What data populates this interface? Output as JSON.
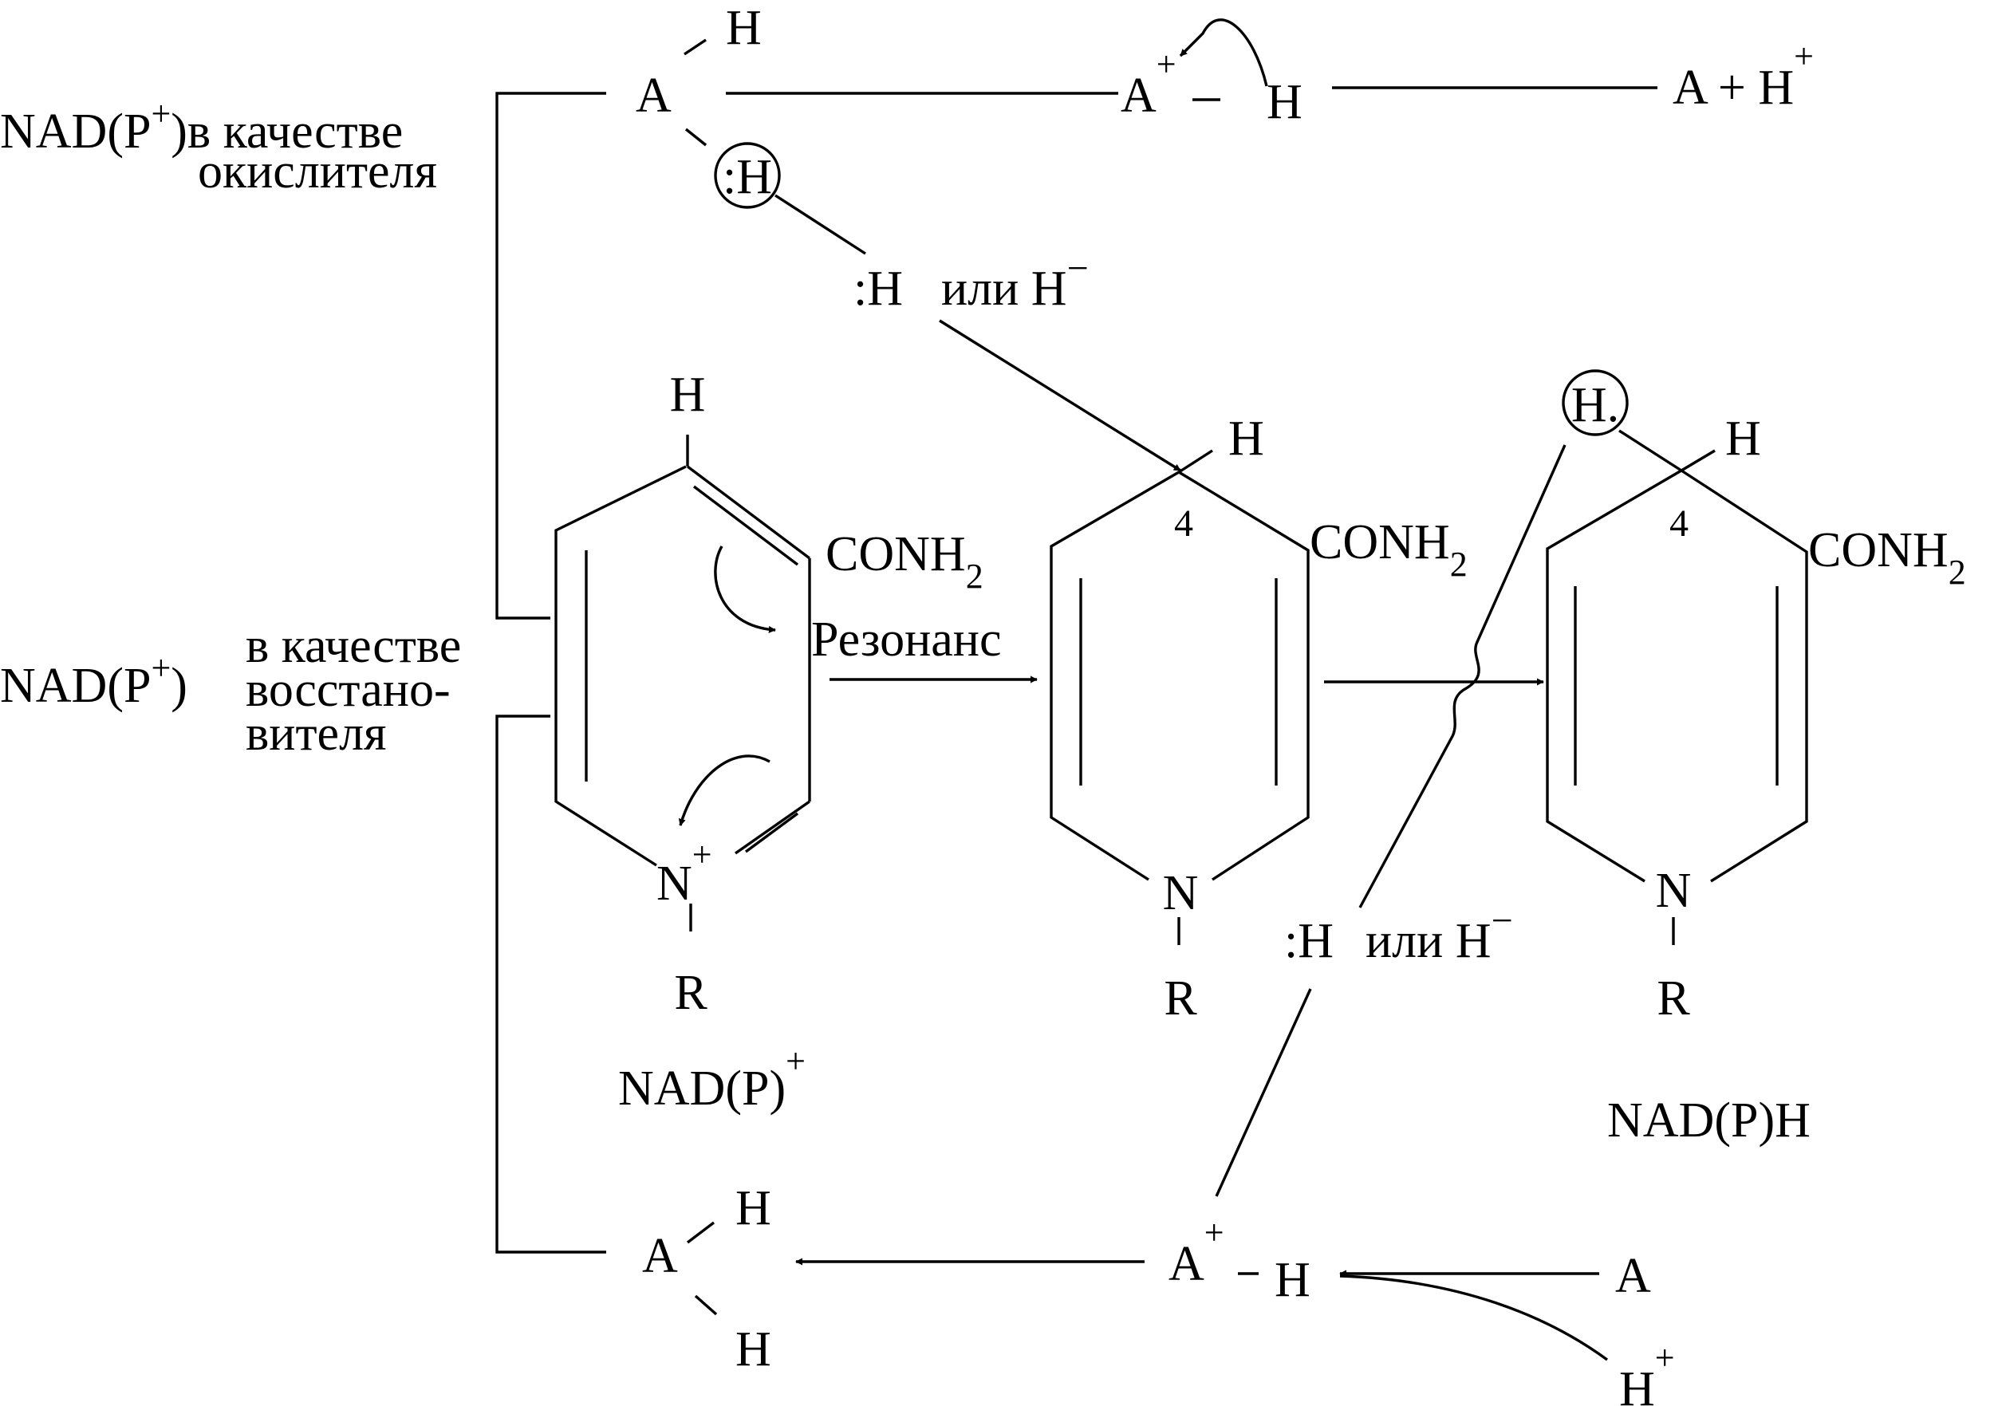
{
  "labels": {
    "left_top_1": "NAD(P",
    "left_top_sup": "+",
    "left_top_2": ")в качестве",
    "left_top_3": "окислителя",
    "left_mid_1": "NAD(P",
    "left_mid_sup": "+",
    "left_mid_2": ")",
    "left_mid_3": "в качестве",
    "left_mid_4": "восстано-",
    "left_mid_5": "вителя",
    "top_A": "A",
    "top_H": "H",
    "top_circled_H": ":H",
    "top_Aplus_A": "A",
    "top_Aplus_sup": "+",
    "top_Aplus_dash": "–",
    "top_Aplus_H": "H",
    "top_product": "A + H",
    "top_product_sup": "+",
    "hydride_top_1": ":H",
    "hydride_top_2": "или H",
    "hydride_top_sup": "−",
    "r1_H": "H",
    "r1_CONH": "CONH",
    "r1_sub": "2",
    "r1_N": "N",
    "r1_Nsup": "+",
    "r1_R": "R",
    "resonance": "Резонанс",
    "r2_H": "H",
    "r2_4": "4",
    "r2_CONH": "CONH",
    "r2_sub": "2",
    "r2_N": "N",
    "r2_R": "R",
    "r3_circled_H": "H.",
    "r3_H": "H",
    "r3_4": "4",
    "r3_CONH": "CONH",
    "r3_sub": "2",
    "r3_N": "N",
    "r3_R": "R",
    "hydride_bot_1": ":H",
    "hydride_bot_2": "или H",
    "hydride_bot_sup": "−",
    "name_nadp_1": "NAD(P)",
    "name_nadp_sup": "+",
    "name_nadph": "NAD(P)H",
    "bot_A": "A",
    "bot_H1": "H",
    "bot_H2": "H",
    "bot_Aplus_A": "A",
    "bot_Aplus_sup": "+",
    "bot_Aplus_dash": "–",
    "bot_Aplus_H": "H",
    "bot_A_right": "A",
    "bot_Hplus": "H",
    "bot_Hplus_sup": "+"
  }
}
